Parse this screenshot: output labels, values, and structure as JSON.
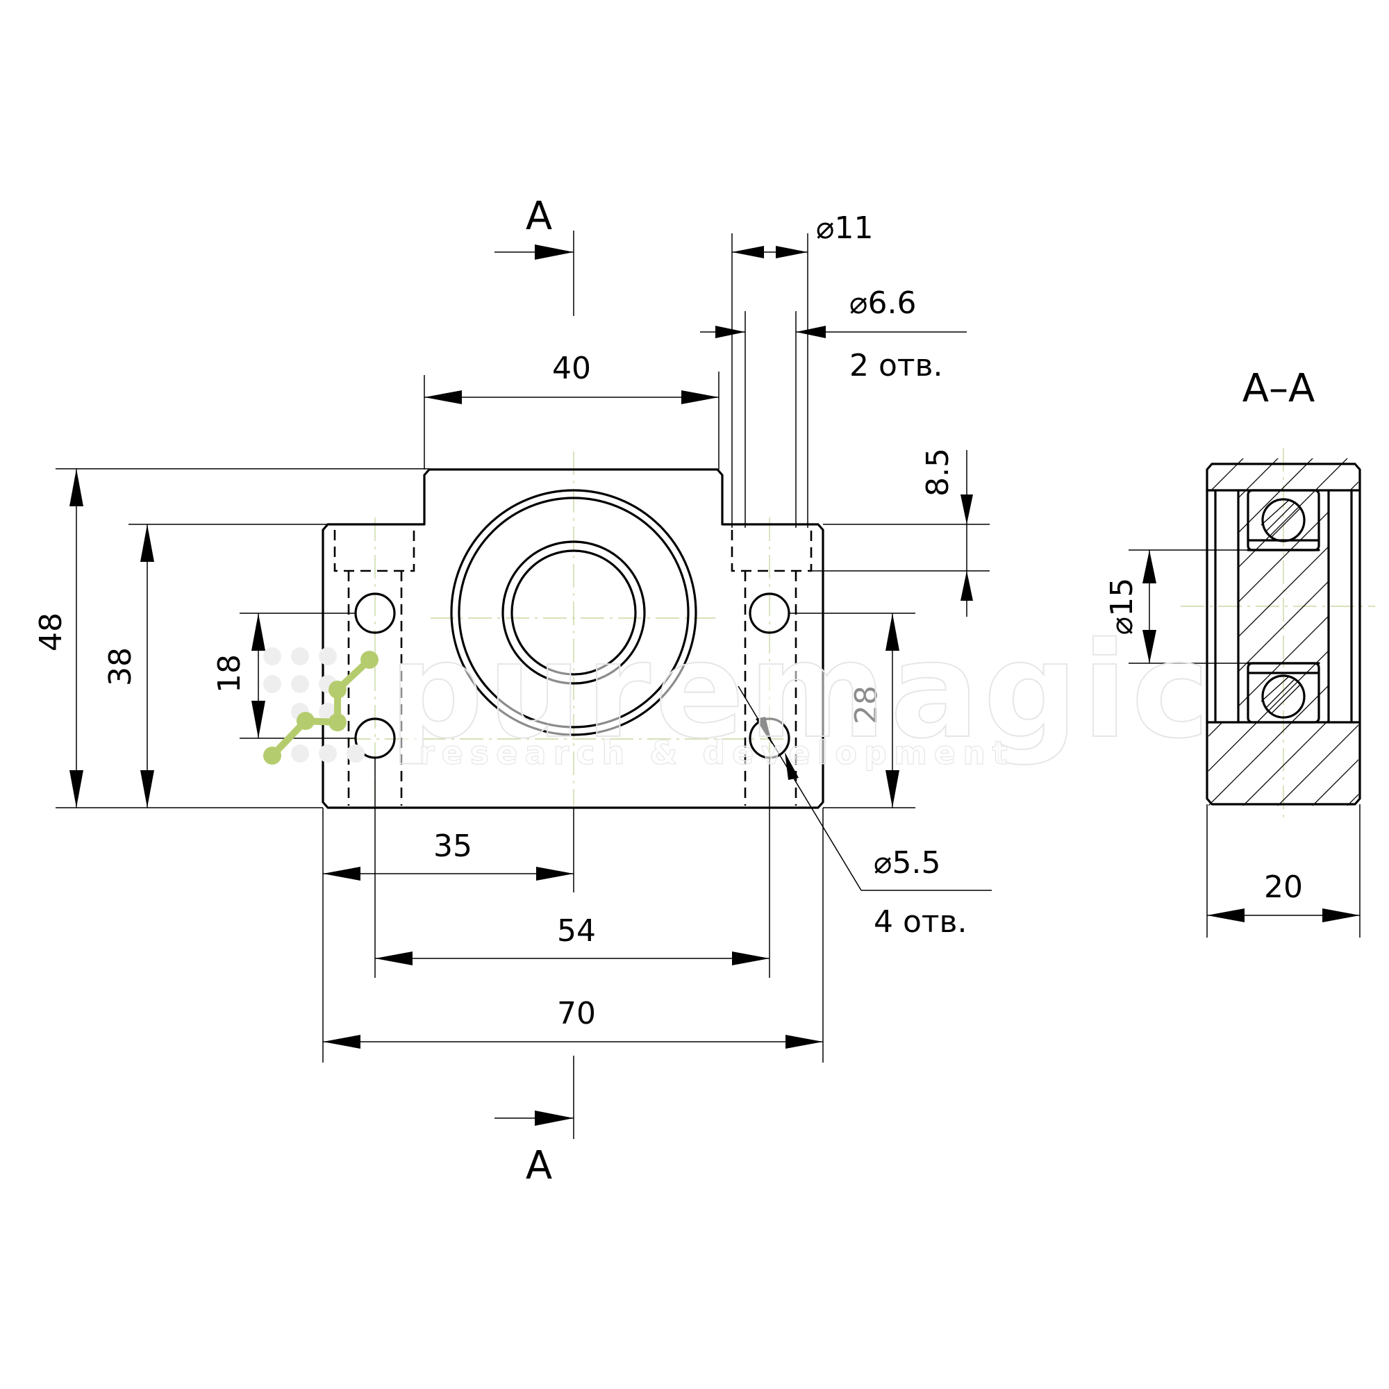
{
  "section_marks": {
    "top_letter": "A",
    "bottom_letter": "A",
    "view_title": "A–A"
  },
  "dimensions": {
    "overall_height": "48",
    "body_height": "38",
    "upper_hole_spacing": "18",
    "lower_hole_spacing": "28",
    "boss_width": "40",
    "center_offset": "35",
    "mount_hole_spacing": "54",
    "overall_width": "70",
    "shoulder_height": "8.5",
    "counterbore_dia": "⌀11",
    "through_hole_dia": "⌀6.6",
    "through_hole_count": "2 отв.",
    "small_hole_dia": "⌀5.5",
    "small_hole_count": "4 отв.",
    "bearing_bore_dia": "⌀15",
    "section_depth": "20"
  },
  "watermark": {
    "brand": "puremagic",
    "tagline": "research & development",
    "accent_color": "#b5cc6e"
  },
  "colors": {
    "line": "#000000",
    "centerline": "#c8d8a0",
    "background": "#ffffff"
  }
}
